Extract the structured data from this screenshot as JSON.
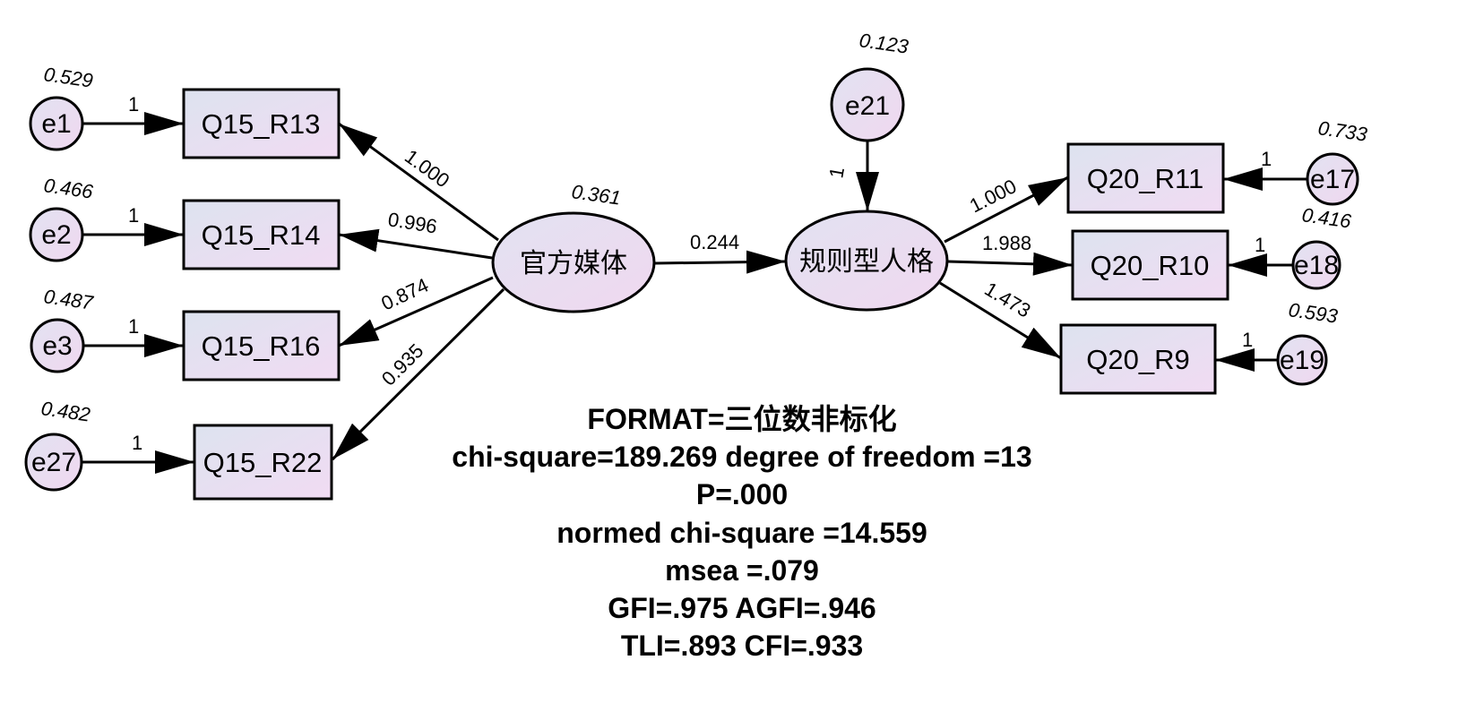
{
  "observed": [
    {
      "id": "q15_r13",
      "label": "Q15_R13"
    },
    {
      "id": "q15_r14",
      "label": "Q15_R14"
    },
    {
      "id": "q15_r16",
      "label": "Q15_R16"
    },
    {
      "id": "q15_r22",
      "label": "Q15_R22"
    },
    {
      "id": "q20_r11",
      "label": "Q20_R11"
    },
    {
      "id": "q20_r10",
      "label": "Q20_R10"
    },
    {
      "id": "q20_r9",
      "label": "Q20_R9"
    }
  ],
  "errors": [
    {
      "id": "e1",
      "label": "e1",
      "variance": "0.529",
      "fixed": "1"
    },
    {
      "id": "e2",
      "label": "e2",
      "variance": "0.466",
      "fixed": "1"
    },
    {
      "id": "e3",
      "label": "e3",
      "variance": "0.487",
      "fixed": "1"
    },
    {
      "id": "e27",
      "label": "e27",
      "variance": "0.482",
      "fixed": "1"
    },
    {
      "id": "e21",
      "label": "e21",
      "variance": "0.123",
      "fixed": "1"
    },
    {
      "id": "e17",
      "label": "e17",
      "variance": "0.733",
      "fixed": "1"
    },
    {
      "id": "e18",
      "label": "e18",
      "variance": "0.416",
      "fixed": "1"
    },
    {
      "id": "e19",
      "label": "e19",
      "variance": "0.593",
      "fixed": "1"
    }
  ],
  "latents": [
    {
      "id": "official_media",
      "label": "官方媒体",
      "variance": "0.361"
    },
    {
      "id": "rule_personality",
      "label": "规则型人格"
    }
  ],
  "paths": {
    "media_to_r13": "1.000",
    "media_to_r14": "0.996",
    "media_to_r16": "0.874",
    "media_to_r22": "0.935",
    "media_to_personality": "0.244",
    "personality_to_r11": "1.000",
    "personality_to_r10": "1.988",
    "personality_to_r9": "1.473"
  },
  "fit": [
    "FORMAT=三位数非标化",
    "chi-square=189.269  degree of freedom =13",
    "P=.000",
    "normed chi-square =14.559",
    "msea =.079",
    "GFI=.975 AGFI=.946",
    "TLI=.893 CFI=.933"
  ],
  "colors": {
    "node_fill_start": "#dde3ef",
    "node_fill_end": "#f0dcf2",
    "stroke": "#000000"
  }
}
